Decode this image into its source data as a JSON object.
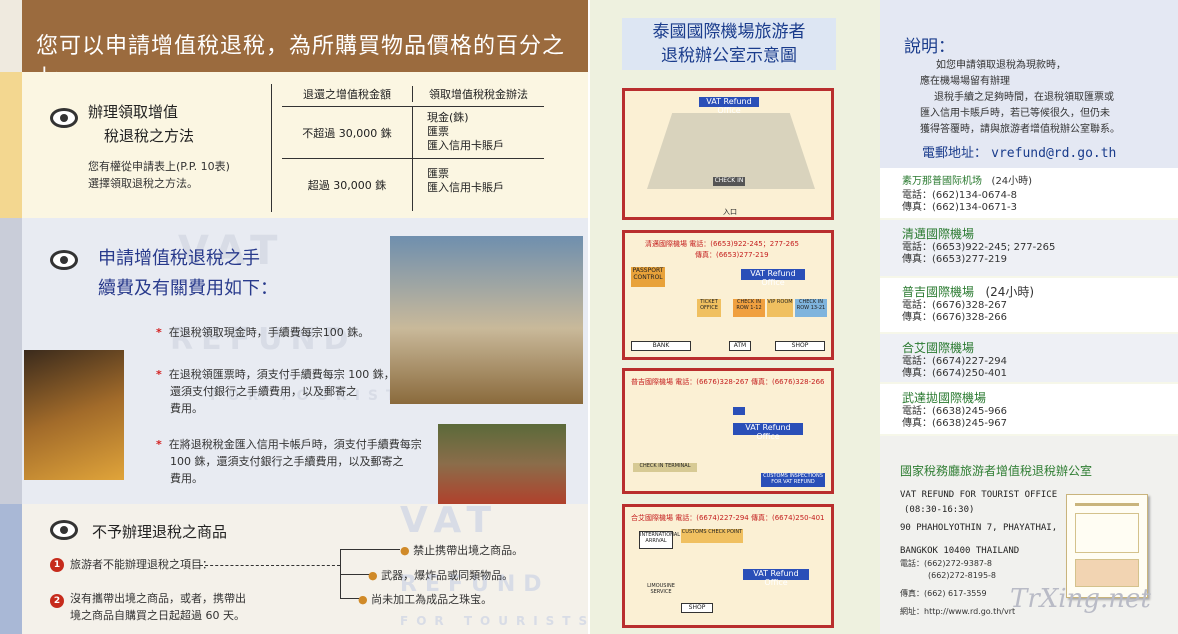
{
  "banner": "您可以申請增值稅退稅，為所購買物品價格的百分之七。",
  "s1": {
    "title1": "辦理領取增值",
    "title2": "稅退稅之方法",
    "desc1": "您有權從申請表上(P.P. 10表)",
    "desc2": "選擇領取退稅之方法。"
  },
  "table": {
    "h1": "退還之增值稅金額",
    "h2": "領取增值稅稅金辦法",
    "r1c1": "不超過 30,000 銖",
    "r1c2a": "現金(銖)",
    "r1c2b": "匯票",
    "r1c2c": "匯入信用卡賬戶",
    "r2c1": "超過 30,000 銖",
    "r2c2a": "匯票",
    "r2c2b": "匯入信用卡賬戶"
  },
  "s2": {
    "title1": "申請增值稅退稅之手",
    "title2": "續費及有關費用如下：",
    "i1": "在退稅領取現金時，手續費每宗100 銖。",
    "i2a": "在退稅領匯票時，須支付手續費每宗 100 銖，",
    "i2b": "還須支付銀行之手續費用，以及郵寄之",
    "i2c": "費用。",
    "i3a": "在將退稅稅金匯入信用卡帳戶時，須支付手續費每宗",
    "i3b": "100 銖，還須支付銀行之手續費用，以及郵寄之",
    "i3c": "費用。",
    "wm1": "VAT",
    "wm2": "REFUND",
    "wm3": "FOR TOURISTS"
  },
  "s3": {
    "title": "不予辦理退稅之商品",
    "n1": "1",
    "n2": "2",
    "l1": "旅游者不能辦理退稅之項目：",
    "l2a": "沒有攜帶出境之商品，或者，携帶出",
    "l2b": "境之商品自購買之日起超過 60 天。",
    "b1": "禁止携帶出境之商品。",
    "b2": "武器，爆炸品或同類物品。",
    "b3": "尚未加工為成品之珠宝。"
  },
  "p2": {
    "title1": "泰國國際機場旅游者",
    "title2": "退稅辦公室示意圖",
    "m1_vat": "VAT Refund Office",
    "m1_check": "CHECK IN",
    "m1_entry": "入口",
    "m2_head1": "清邁國際機場  電話：(6653)922-245；277-265",
    "m2_head2": "傳真：(6653)277-219",
    "m2_vat": "VAT Refund Office",
    "m2_pass": "PASSPORT CONTROL",
    "m2_ticket": "TICKET OFFICE",
    "m2_c1": "CHECK IN ROW 1-12",
    "m2_vip": "VIP ROOM",
    "m2_c2": "CHECK IN ROW 13-21",
    "m2_bank": "BANK",
    "m2_atm": "ATM",
    "m2_shop": "SHOP",
    "m3_head": "普吉國際機場  電話：(6676)328-267  傳真：(6676)328-266",
    "m3_vat": "VAT Refund Office",
    "m3_check": "CHECK IN TERMINAL",
    "m3_customs": "CUSTOMS INSPECTIONS FOR VAT REFUND",
    "m4_head": "合艾國際機場  電話：(6674)227-294  傳真：(6674)250-401",
    "m4_intl": "INTERNATIONAL ARRIVAL",
    "m4_customs": "CUSTOMS CHECK POINT",
    "m4_vat": "VAT Refund Office",
    "m4_shop": "SHOP",
    "m4_limo": "LIMOUSINE SERVICE"
  },
  "p3": {
    "title": "說明：",
    "d1": "如您申請領取退稅為現款時，",
    "d2": "應在機場場留有辦理",
    "d3": "退稅手續之足夠時間，在退稅領取匯票或",
    "d4": "匯入信用卡賬戶時，若已等候很久，但仍未",
    "d5": "獲得答覆時，請與旅游者增值稅辦公室聯系。",
    "email_label": "電郵地址：",
    "email": "vrefund@rd.go.th",
    "a1": {
      "name": "素万那普國际机场",
      "hrs": "(24小時)",
      "tel": "電話：(662)134-0674-8",
      "fax": "傳真：(662)134-0671-3"
    },
    "a2": {
      "name": "清邁國際機場",
      "tel": "電話：(6653)922-245; 277-265",
      "fax": "傳真：(6653)277-219"
    },
    "a3": {
      "name": "普吉國際機場",
      "hrs": "(24小時)",
      "tel": "電話：(6676)328-267",
      "fax": "傳真：(6676)328-266"
    },
    "a4": {
      "name": "合艾國際機場",
      "tel": "電話：(6674)227-294",
      "fax": "傳真：(6674)250-401"
    },
    "a5": {
      "name": "武達拋國際機場",
      "tel": "電話：(6638)245-966",
      "fax": "傳真：(6638)245-967"
    },
    "office": {
      "title": "國家稅務廳旅游者增值稅退稅辦公室",
      "l1": "VAT REFUND FOR TOURIST OFFICE",
      "l2": "(08:30-16:30)",
      "l3": "90 PHAHOLYOTHIN 7, PHAYATHAI,",
      "l4": "BANGKOK 10400  THAILAND",
      "tel1": "電話：(662)272-9387-8",
      "tel2": "(662)272-8195-8",
      "fax": "傳真：(662) 617-3559",
      "web": "網址：http://www.rd.go.th/vrt"
    },
    "wm": "TrXing.net"
  }
}
